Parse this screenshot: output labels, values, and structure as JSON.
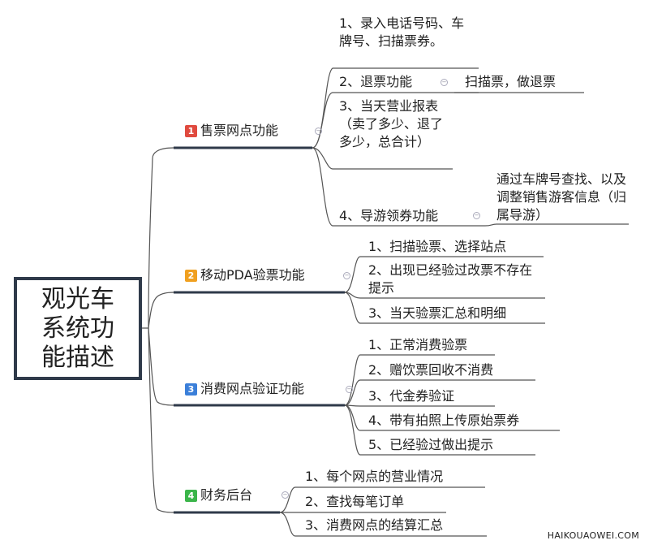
{
  "root": {
    "title": "观光车系统功能描述"
  },
  "branches": [
    {
      "number": "1",
      "badge_color": "#e04a3f",
      "label": "售票网点功能",
      "items": [
        "1、录入电话号码、车牌号、扫描票券。",
        "2、退票功能",
        "3、当天营业报表（卖了多少、退了多少，总合计）",
        "4、导游领券功能"
      ],
      "subitems": [
        "扫描票，做退票",
        "通过车牌号查找、以及调整销售游客信息（归属导游）"
      ]
    },
    {
      "number": "2",
      "badge_color": "#f0a020",
      "label": "移动PDA验票功能",
      "items": [
        "1、扫描验票、选择站点",
        "2、出现已经验过改票不存在提示",
        "3、当天验票汇总和明细"
      ]
    },
    {
      "number": "3",
      "badge_color": "#3b7fd9",
      "label": "消费网点验证功能",
      "items": [
        "1、正常消费验票",
        "2、赠饮票回收不消费",
        "3、代金券验证",
        "4、带有拍照上传原始票券",
        "5、已经验过做出提示"
      ]
    },
    {
      "number": "4",
      "badge_color": "#3bb54a",
      "label": "财务后台",
      "items": [
        "1、每个网点的营业情况",
        "2、查找每笔订单",
        "3、消费网点的结算汇总"
      ]
    }
  ],
  "watermark": "HAIKOUAOWEI.COM"
}
